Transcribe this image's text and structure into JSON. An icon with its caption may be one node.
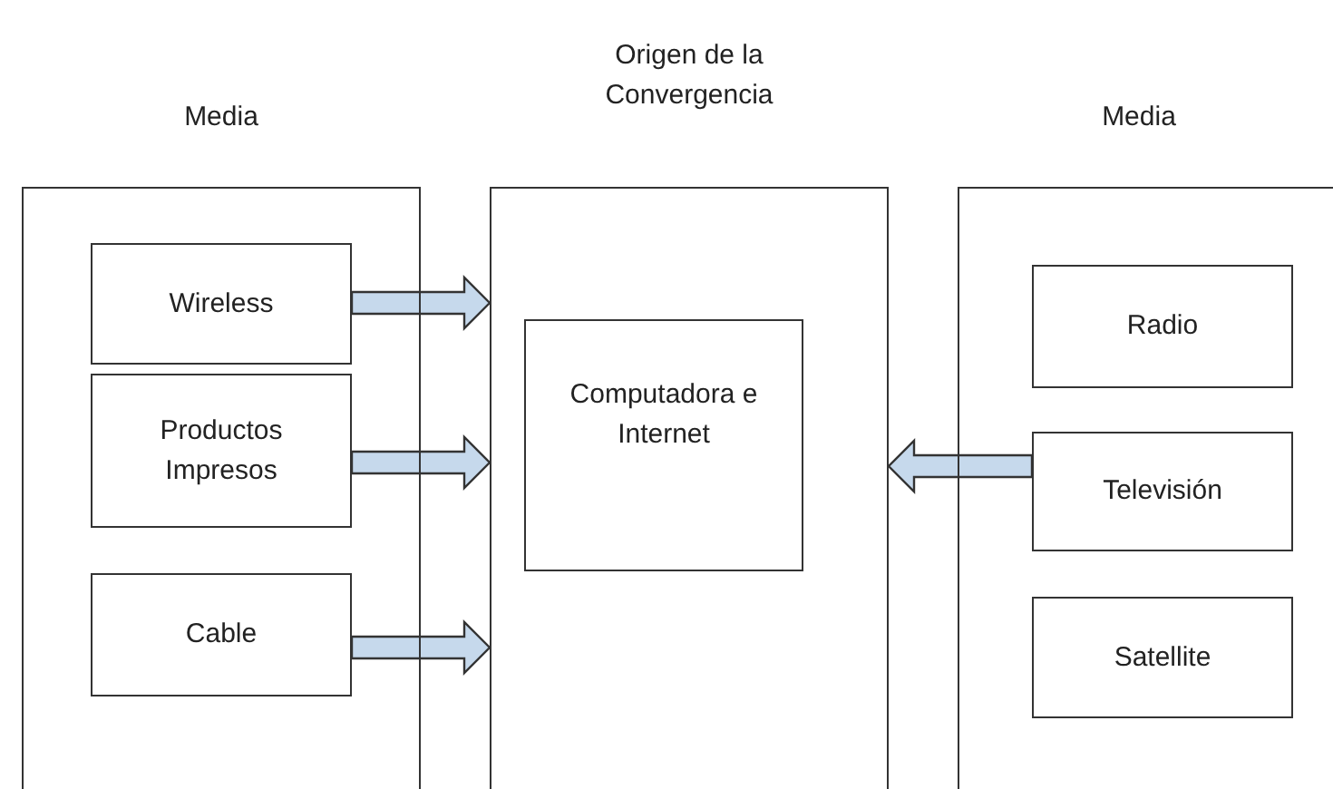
{
  "diagram": {
    "nodes": [
      {
        "text": [
          "Media"
        ]
      },
      {
        "text": [
          "Wireless"
        ],
        "in": 0
      },
      {
        "text": [
          "Productos Impresos"
        ],
        "in": 0
      },
      {
        "text": [
          "Cable"
        ],
        "in": 0
      },
      {
        "text": [
          "Origen de la Convergencia"
        ]
      },
      {
        "text": [
          "Computadora e Internet"
        ],
        "in": 4
      },
      {
        "text": [
          "Media"
        ]
      },
      {
        "text": [
          "Radio"
        ],
        "in": 6
      },
      {
        "text": [
          "Televisión"
        ],
        "in": 6
      },
      {
        "text": [
          "Satellite"
        ],
        "in": 6
      }
    ],
    "edges": [
      {
        "from": 1,
        "to": 4,
        "arrow": "to"
      },
      {
        "from": 2,
        "to": 4,
        "arrow": "to"
      },
      {
        "from": 3,
        "to": 4,
        "arrow": "to"
      },
      {
        "from": 8,
        "to": 4,
        "arrow": "to"
      }
    ]
  }
}
